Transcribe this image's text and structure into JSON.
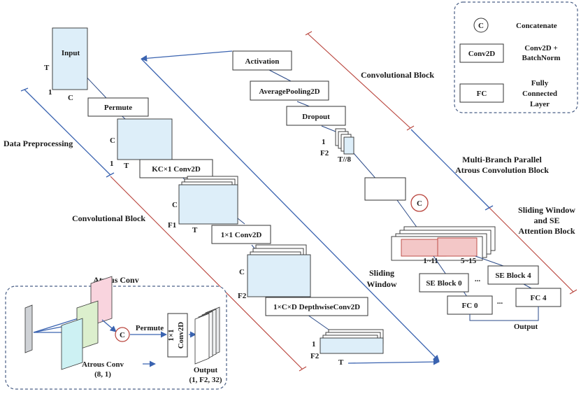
{
  "legend": {
    "concat_symbol": "C",
    "concat_label": "Concatenate",
    "conv_box": "Conv2D",
    "conv_label_1": "Conv2D +",
    "conv_label_2": "BatchNorm",
    "fc_box": "FC",
    "fc_label_1": "Fully",
    "fc_label_2": "Connected",
    "fc_label_3": "Layer"
  },
  "stage1": {
    "input_label": "Input",
    "dim_t": "T",
    "dim_1": "1",
    "dim_c": "C",
    "permute": "Permute",
    "p_dim_c": "C",
    "p_dim_1": "1",
    "p_dim_t": "T",
    "kc_conv": "KC×1 Conv2D",
    "k_dim_c": "C",
    "k_dim_f1": "F1",
    "k_dim_t": "T",
    "one_conv": "1×1 Conv2D",
    "o_dim_c": "C",
    "o_dim_f2": "F2",
    "o_dim_t": "T",
    "depthwise": "1×C×D DepthwiseConv2D",
    "d_dim_1": "1",
    "d_dim_f2": "F2",
    "d_dim_t": "T"
  },
  "stage2": {
    "activation": "Activation",
    "avgpool": "AveragePooling2D",
    "dropout": "Dropout",
    "dim_1": "1",
    "dim_f2": "F2",
    "dim_t8": "T//8"
  },
  "stage_labels": {
    "data_preprocessing": "Data Preprocessing",
    "conv_block_left": "Convolutional Block",
    "conv_block_right": "Convolutional Block",
    "multi_branch_1": "Multi-Branch Parallel",
    "multi_branch_2": "Atrous Convolution Block",
    "sliding_se_1": "Sliding Window",
    "sliding_se_2": "and SE",
    "sliding_se_3": "Attention Block"
  },
  "stage3": {
    "concat": "C",
    "sliding_1": "Sliding",
    "sliding_2": "Window",
    "range_1": "1~11",
    "range_2": "5~15",
    "se0": "SE Block 0",
    "se_dots": "...",
    "se4": "SE Block 4",
    "fc0": "FC 0",
    "fc_dots": "...",
    "fc4": "FC 4",
    "output": "Output"
  },
  "atrous_panel": {
    "title": "Atrous Conv",
    "concat": "C",
    "permute": "Permute",
    "conv_1": "1×1",
    "conv_2": "Conv2D",
    "atrous_label": "Atrous Conv",
    "atrous_param": "(8, 1)",
    "output_label": "Output",
    "output_shape": "(1, F2, 32)"
  }
}
